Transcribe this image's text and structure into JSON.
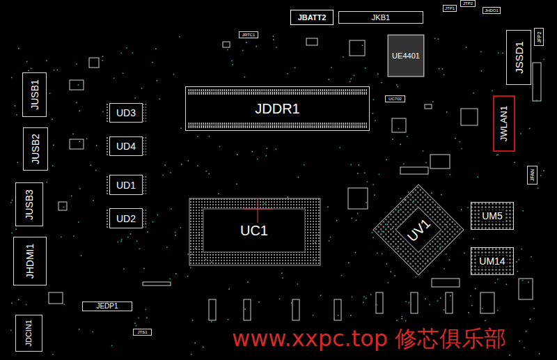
{
  "diagram": {
    "nodes": [
      {
        "text": [
          "JBATT2"
        ]
      },
      {
        "text": [
          "JKB1"
        ]
      },
      {
        "text": [
          "JTP1"
        ]
      },
      {
        "text": [
          "JTP2"
        ]
      },
      {
        "text": [
          "JHDO1"
        ]
      },
      {
        "text": [
          "JRTC1"
        ]
      },
      {
        "text": [
          "UE4401"
        ]
      },
      {
        "text": [
          "JSSD1"
        ]
      },
      {
        "text": [
          "JFP2"
        ]
      },
      {
        "text": [
          "JUSB1"
        ]
      },
      {
        "text": [
          "JDDR1"
        ]
      },
      {
        "text": [
          "UC702"
        ]
      },
      {
        "text": [
          "JWLAN1"
        ]
      },
      {
        "text": [
          "UD3"
        ]
      },
      {
        "text": [
          "UD4"
        ]
      },
      {
        "text": [
          "JUSB2"
        ]
      },
      {
        "text": [
          "JFAN"
        ]
      },
      {
        "text": [
          "UD1"
        ]
      },
      {
        "text": [
          "JUSB3"
        ]
      },
      {
        "text": [
          "UV1"
        ]
      },
      {
        "text": [
          "UC1"
        ]
      },
      {
        "text": [
          "UM5"
        ]
      },
      {
        "text": [
          "UD2"
        ]
      },
      {
        "text": [
          "JHDMI1"
        ]
      },
      {
        "text": [
          "UM14"
        ]
      },
      {
        "text": [
          "JEDP1"
        ]
      },
      {
        "text": [
          "JTS1"
        ]
      },
      {
        "text": [
          "JDCIN1"
        ]
      }
    ],
    "labels": [
      "www.xxpc.top 修芯俱乐部"
    ]
  }
}
